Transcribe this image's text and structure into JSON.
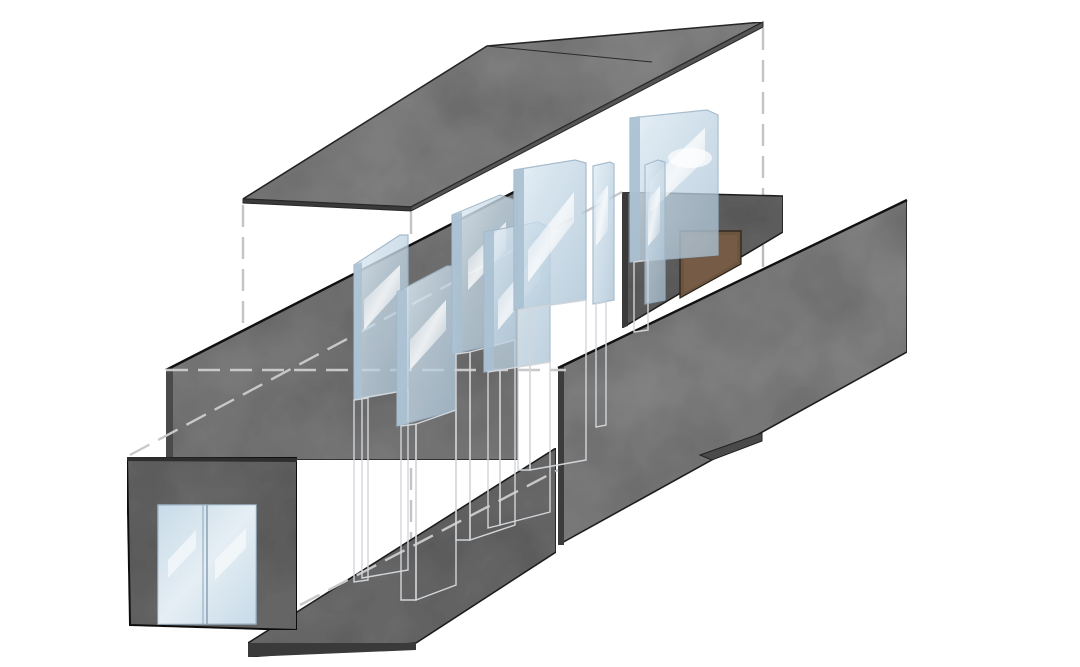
{
  "diagram": {
    "kind": "exploded-axonometric-building",
    "colors": {
      "background": "#ffffff",
      "concrete_light": "#8e8e8e",
      "concrete_mid": "#6f6f6f",
      "concrete_dark": "#4c4c4c",
      "edge": "#222222",
      "glass_fill": "#c9dbe8",
      "glass_edge": "#9fb6c8",
      "wireframe": "#d2d6da",
      "dashed_guide": "#c4c4c4",
      "door_wood": "#6b5440"
    },
    "components": [
      {
        "name": "roof-slab",
        "material": "concrete"
      },
      {
        "name": "left-wall",
        "material": "concrete"
      },
      {
        "name": "rear-end-wall",
        "material": "concrete"
      },
      {
        "name": "right-wall",
        "material": "concrete"
      },
      {
        "name": "floor-slab",
        "material": "concrete"
      },
      {
        "name": "entry-frame",
        "material": "concrete"
      },
      {
        "name": "entry-glass-doors",
        "material": "glass"
      },
      {
        "name": "rear-wooden-door",
        "material": "wood"
      },
      {
        "name": "glass-display-cases",
        "material": "glass",
        "count": 8
      }
    ]
  }
}
